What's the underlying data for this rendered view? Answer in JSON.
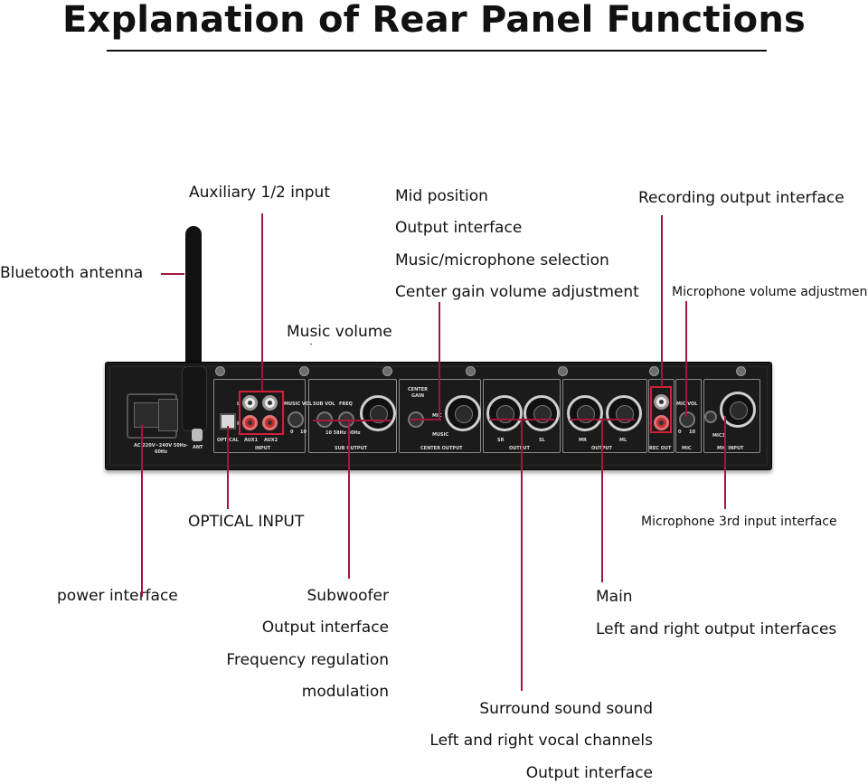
{
  "title": "Explanation of Rear Panel Functions",
  "labels": {
    "auxiliary_input": "Auxiliary 1/2 input",
    "mid_position": [
      "Mid position",
      "Output interface",
      "Music/microphone selection",
      "Center gain volume adjustment"
    ],
    "recording_output": "Recording output interface",
    "bluetooth_antenna": "Bluetooth antenna",
    "microphone_volume": "Microphone volume adjustment",
    "music_volume": "Music volume",
    "optical_input": "OPTICAL INPUT",
    "microphone_3rd": "Microphone 3rd input interface",
    "power_interface": "power interface",
    "subwoofer": [
      "Subwoofer",
      "Output interface",
      "Frequency regulation",
      "modulation"
    ],
    "main": [
      "Main",
      "Left and right output interfaces"
    ],
    "surround": [
      "Surround sound sound",
      "Left and right vocal channels",
      "Output interface"
    ]
  },
  "panel_text": {
    "ant": "ANT",
    "optical": "OPTICAL",
    "aux1": "AUX1",
    "aux2": "AUX2",
    "input": "INPUT",
    "music_vol": "MUSIC VOL",
    "sub_vol": "SUB VOL",
    "freq": "FREQ",
    "freq_range": "10 58Hz 80Hz",
    "sub_output": "SUB OUTPUT",
    "center_gain": "CENTER GAIN",
    "mic": "MIC",
    "music": "MUSIC",
    "center_output": "CENTER OUTPUT",
    "sr": "SR",
    "sl": "SL",
    "output": "OUTPUT",
    "mr": "MR",
    "ml": "ML",
    "rec_out": "REC OUT",
    "mic_vol": "MIC VOL",
    "mic3": "MIC3",
    "mic_input": "MIC INPUT",
    "power_rating": "AC 220V~240V 50Hz-60Hz",
    "l": "L",
    "r": "R",
    "scale_0": "0",
    "scale_10": "10"
  },
  "accent_color": "#a3163c",
  "highlight_color": "#d0203a"
}
